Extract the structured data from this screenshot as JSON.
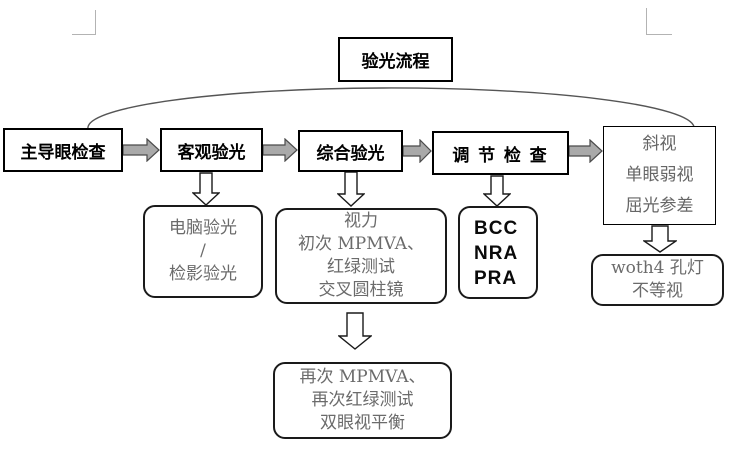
{
  "title": {
    "label": "验光流程"
  },
  "flow": {
    "top_row": [
      {
        "label": "主导眼检查"
      },
      {
        "label": "客观验光"
      },
      {
        "label": "综合验光"
      },
      {
        "label": "调 节 检 查"
      },
      {
        "lines": [
          "斜视",
          "单眼弱视",
          "屈光参差"
        ]
      }
    ],
    "objective_detail": {
      "lines": [
        "电脑验光",
        "/",
        "检影验光"
      ]
    },
    "comprehensive_detail": {
      "lines": [
        "视力",
        "初次 MPMVA、",
        "红绿测试",
        "交叉圆柱镜"
      ]
    },
    "accommodation_detail": {
      "lines": [
        "BCC",
        "NRA",
        "PRA"
      ]
    },
    "strabismus_detail": {
      "lines": [
        "woth4 孔灯",
        "不等视"
      ]
    },
    "final_step": {
      "lines": [
        "再次 MPMVA、",
        "再次红绿测试",
        "双眼视平衡"
      ]
    }
  },
  "colors": {
    "box_border": "#000000",
    "gray_text": "#6b6b6b",
    "flow_arrow_fill": "#a9a9a9",
    "flow_arrow_border": "#4a4a4a",
    "hollow_arrow_fill": "#ffffff",
    "arc_stroke": "#555555",
    "margin_mark": "#b3b3b3"
  }
}
